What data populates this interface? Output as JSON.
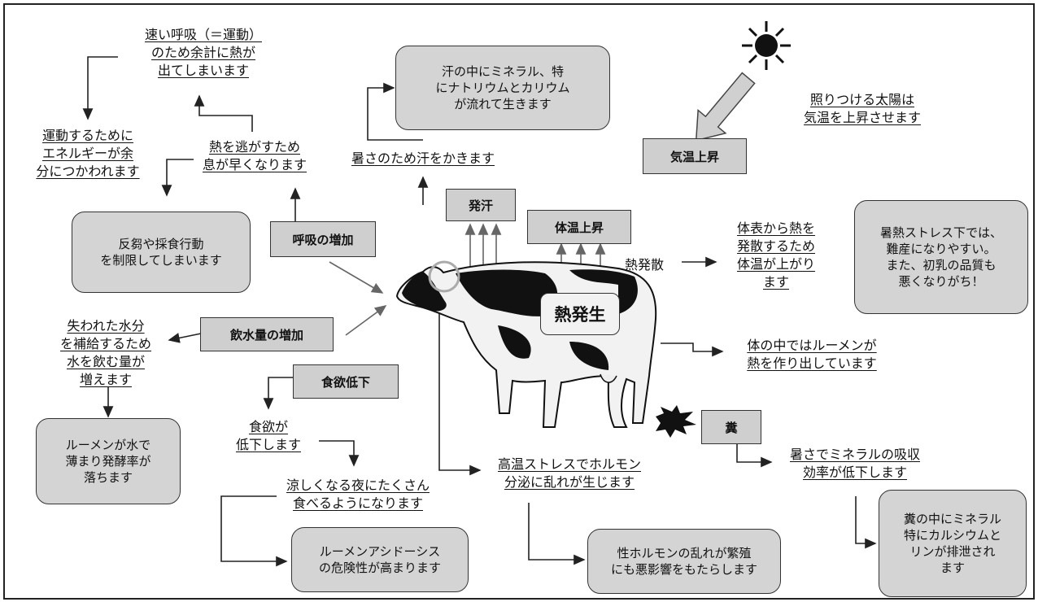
{
  "labels": {
    "sweating": "発汗",
    "body_temp_rise": "体温上昇",
    "air_temp_rise": "気温上昇",
    "respiration_increase": "呼吸の増加",
    "water_intake_increase": "飲水量の増加",
    "appetite_decrease": "食欲低下",
    "feces": "糞",
    "heat_generation": "熱発生",
    "heat_dissipation": "熱発散"
  },
  "notes": {
    "fast_breathing": "速い呼吸（＝運動）\nのため余計に熱が\n出てしまいます",
    "exercise_energy": "運動するために\nエネルギーが余\n分につかわれます",
    "breathing_fast": "熱を逃がすため\n息が早くなります",
    "sweat_due_heat": "暑さのため汗をかきます",
    "sun_raises_temp": "照りつける太陽は\n気温を上昇させます",
    "surface_heat": "体表から熱を\n発散するため\n体温が上がり\nます",
    "lost_water": "失われた水分\nを補給するため\n水を飲む量が\n増えます",
    "appetite_down": "食欲が\n低下します",
    "eat_night": "涼しくなる夜にたくさん\n食べるようになります",
    "hormone": "高温ストレスでホルモン\n分泌に乱れが生じます",
    "rumen_heat": "体の中ではルーメンが\n熱を作り出しています",
    "mineral_absorb": "暑さでミネラルの吸収\n効率が低下します"
  },
  "boxes": {
    "sweat_minerals": "汗の中にミネラル、特\nにナトリウムとカリウム\nが流れて生きます",
    "rumination": "反芻や採食行動\nを制限してしまいます",
    "heat_stress_calving": "暑熱ストレス下では、\n難産になりやすい。\nまた、初乳の品質も\n悪くなりがち！",
    "rumen_dilute": "ルーメンが水で\n薄まり発酵率が\n落ちます",
    "acidosis": "ルーメンアシドーシス\nの危険性が高まります",
    "sex_hormone": "性ホルモンの乱れが繁殖\nにも悪影響をもたらします",
    "feces_minerals": "糞の中にミネラル\n特にカルシウムと\nリンが排泄され\nます"
  }
}
